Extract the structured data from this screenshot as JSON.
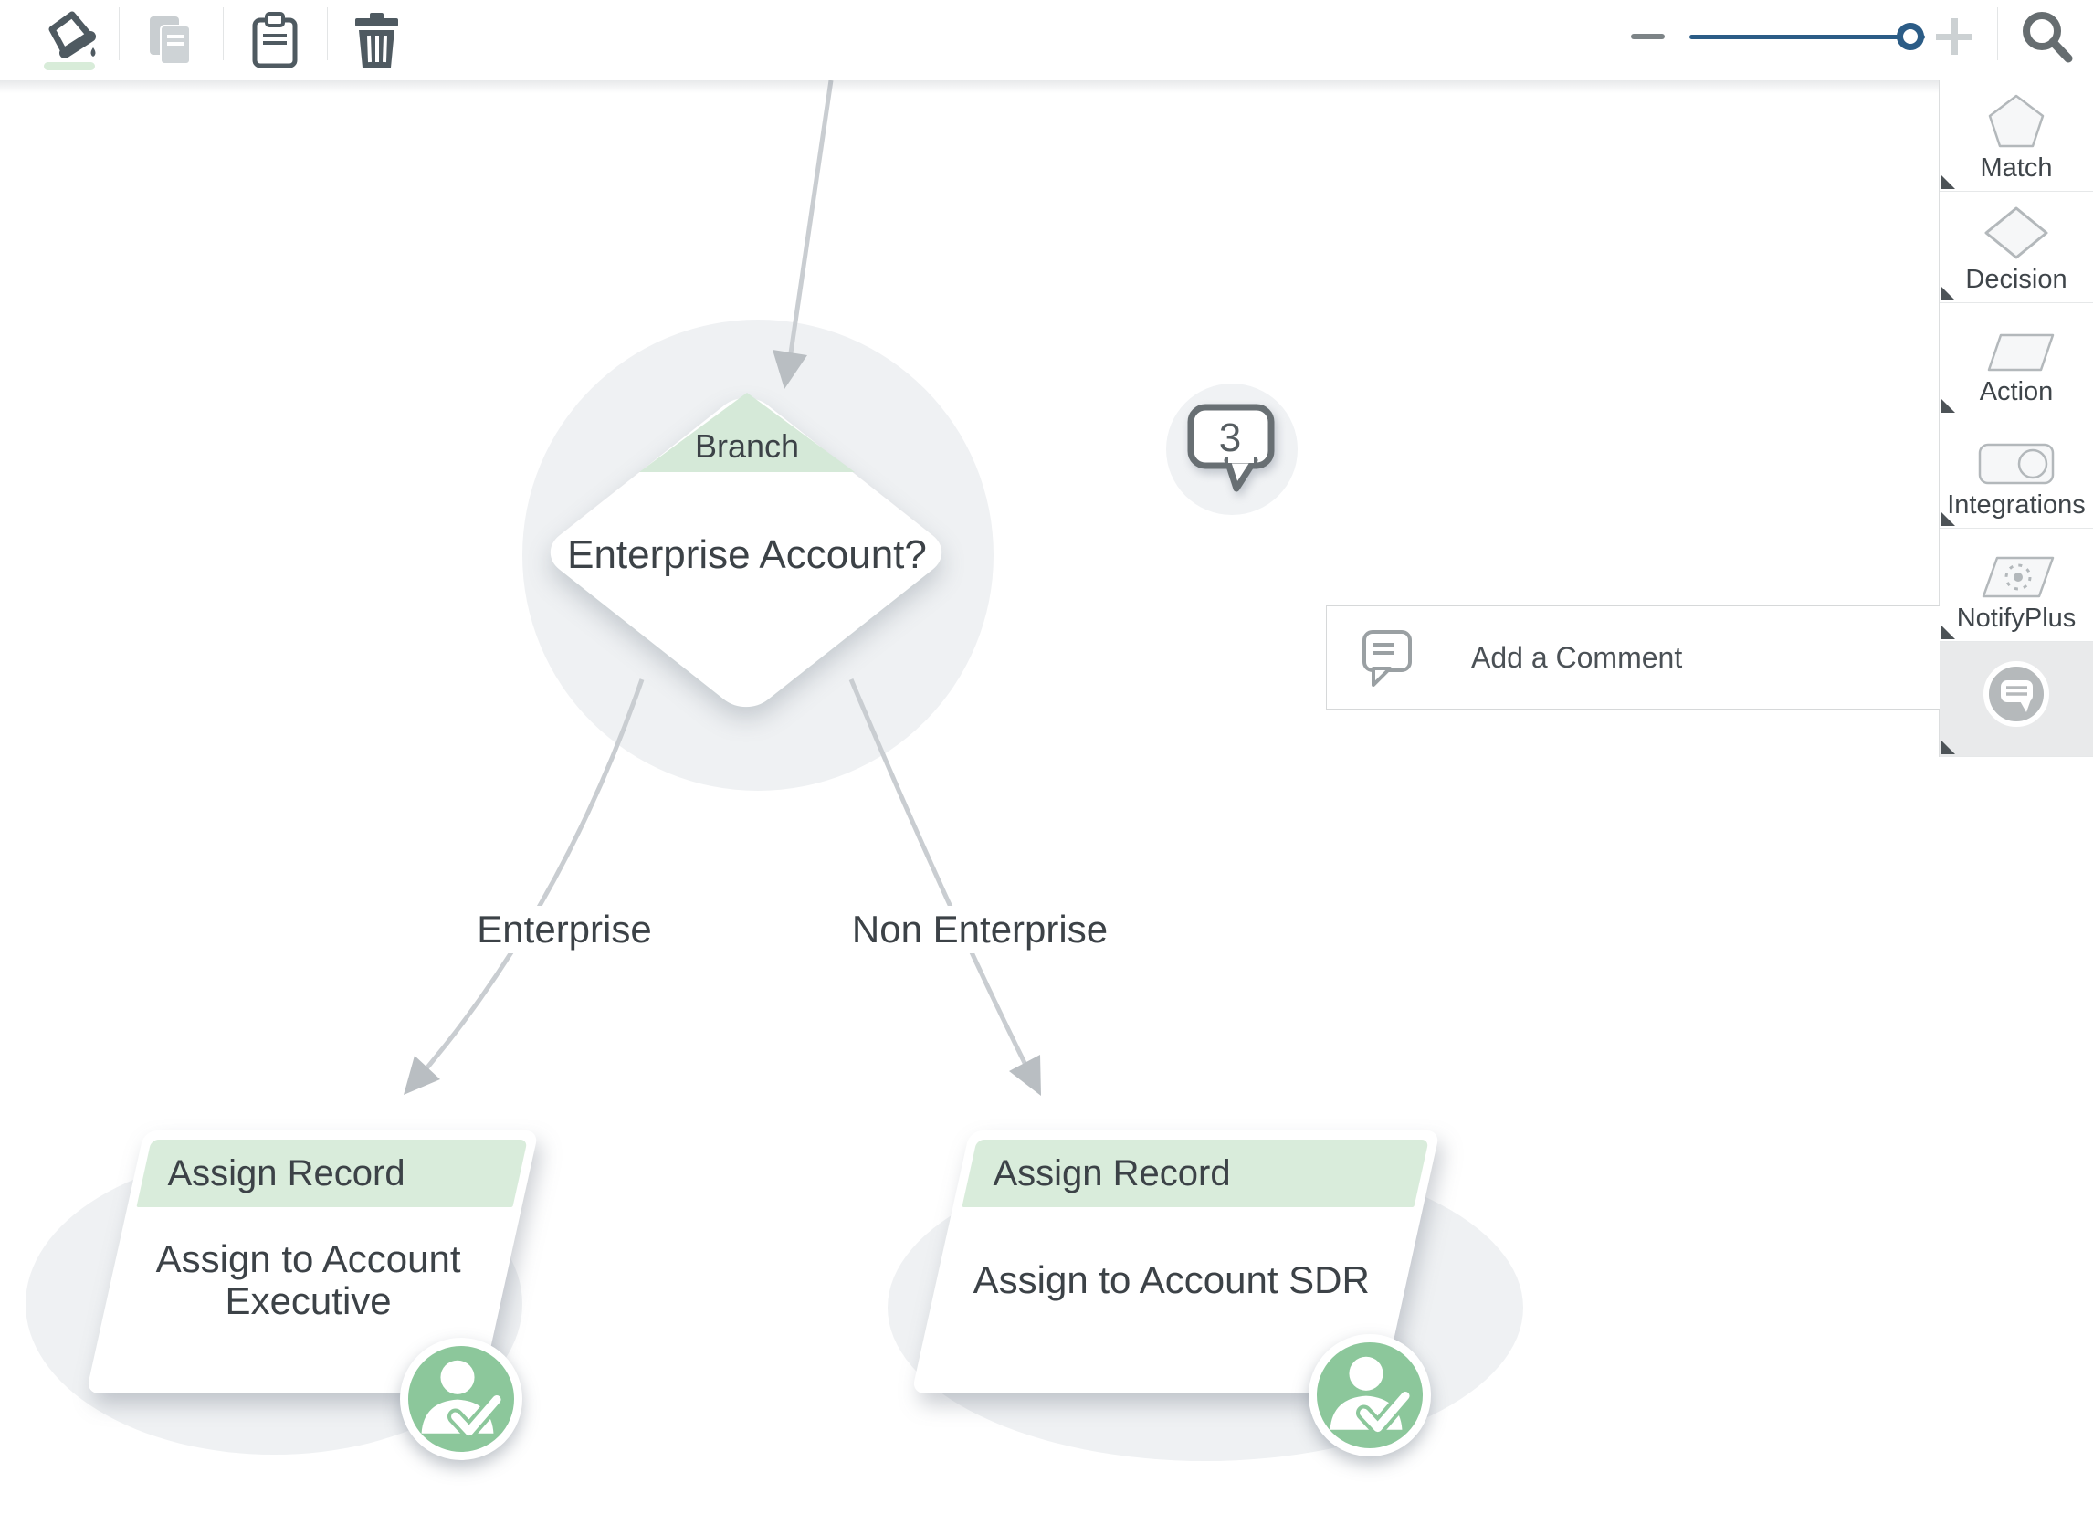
{
  "colors": {
    "accent_green": "#8cc79b",
    "mint_header": "#d9ecdb",
    "mint_triangle": "#d5e9d8",
    "slider_blue": "#2b5c86",
    "connector_gray": "#c9cdd1",
    "icon_dark": "#4f5a61",
    "icon_disabled": "#c9ced1"
  },
  "toolbar": {
    "icons": [
      {
        "name": "fill-style"
      },
      {
        "name": "copy"
      },
      {
        "name": "paste-clipboard"
      },
      {
        "name": "delete-trash"
      }
    ],
    "zoom": {
      "minus": "-",
      "plus": "+"
    },
    "search": "magnifier"
  },
  "palette": {
    "items": [
      {
        "label": "Match",
        "shape": "pentagon"
      },
      {
        "label": "Decision",
        "shape": "diamond"
      },
      {
        "label": "Action",
        "shape": "parallelogram"
      },
      {
        "label": "Integrations",
        "shape": "rounded-rect-circle"
      },
      {
        "label": "NotifyPlus",
        "shape": "parallelogram-sun"
      },
      {
        "label": "",
        "shape": "comment-bubble"
      }
    ]
  },
  "comment_tooltip": {
    "label": "Add a Comment"
  },
  "flow": {
    "decision_node": {
      "badge": "Branch",
      "title": "Enterprise Account?"
    },
    "comment_badge": {
      "count": "3"
    },
    "edges": [
      {
        "label": "Enterprise"
      },
      {
        "label": "Non Enterprise"
      }
    ],
    "action_nodes": [
      {
        "header": "Assign Record",
        "title": "Assign to Account Executive"
      },
      {
        "header": "Assign Record",
        "title": "Assign to Account SDR"
      }
    ]
  }
}
